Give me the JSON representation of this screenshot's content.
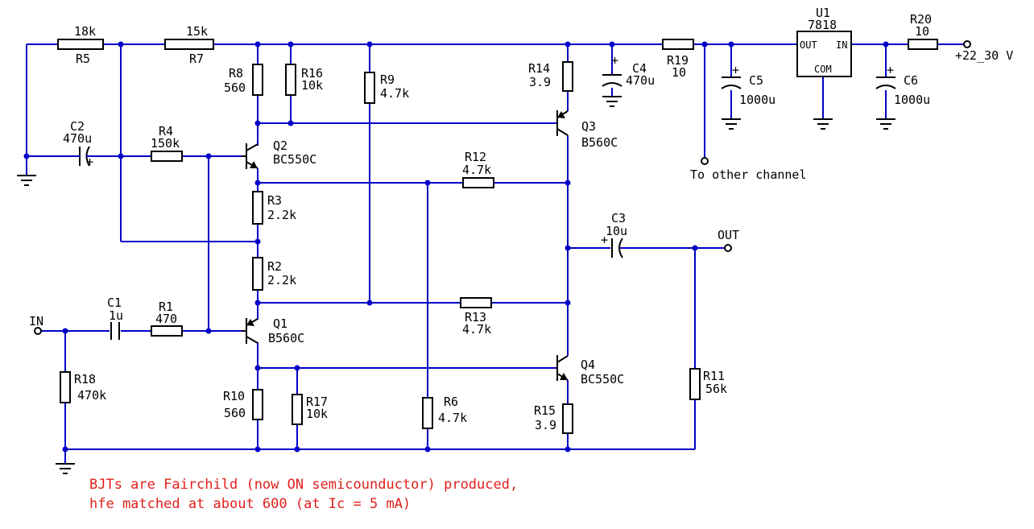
{
  "colors": {
    "wire": "#0000c8",
    "component": "#000000",
    "note": "#e0201c"
  },
  "labels": {
    "R5_val": "18k",
    "R5_ref": "R5",
    "R7_val": "15k",
    "R7_ref": "R7",
    "R8_ref": "R8",
    "R8_val": "560",
    "R16_ref": "R16",
    "R16_val": "10k",
    "R9_ref": "R9",
    "R9_val": "4.7k",
    "R14_ref": "R14",
    "R14_val": "3.9",
    "C4_ref": "C4",
    "C4_val": "470u",
    "R19_ref": "R19",
    "R19_val": "10",
    "C5_ref": "C5",
    "C5_val": "1000u",
    "U1_ref": "U1",
    "U1_val": "7818",
    "U1_out": "OUT",
    "U1_in": "IN",
    "U1_com": "COM",
    "R20_ref": "R20",
    "R20_val": "10",
    "supply": "+22_30 V",
    "C6_ref": "C6",
    "C6_val": "1000u",
    "C2_ref": "C2",
    "C2_val": "470u",
    "R4_ref": "R4",
    "R4_val": "150k",
    "Q2_ref": "Q2",
    "Q2_val": "BC550C",
    "Q3_ref": "Q3",
    "Q3_val": "B560C",
    "other_channel": "To other channel",
    "R12_ref": "R12",
    "R12_val": "4.7k",
    "R3_ref": "R3",
    "R3_val": "2.2k",
    "C3_ref": "C3",
    "C3_val": "10u",
    "out": "OUT",
    "R2_ref": "R2",
    "R2_val": "2.2k",
    "R13_ref": "R13",
    "R13_val": "4.7k",
    "in": "IN",
    "C1_ref": "C1",
    "C1_val": "1u",
    "R1_ref": "R1",
    "R1_val": "470",
    "Q1_ref": "Q1",
    "Q1_val": "B560C",
    "Q4_ref": "Q4",
    "Q4_val": "BC550C",
    "R18_ref": "R18",
    "R18_val": "470k",
    "R10_ref": "R10",
    "R10_val": "560",
    "R17_ref": "R17",
    "R17_val": "10k",
    "R6_ref": "R6",
    "R6_val": "4.7k",
    "R15_ref": "R15",
    "R15_val": "3.9",
    "R11_ref": "R11",
    "R11_val": "56k",
    "plus": "+",
    "note_line1": "BJTs are Fairchild (now ON semicounductor) produced,",
    "note_line2": "hfe matched at about 600 (at Ic = 5 mA)"
  }
}
